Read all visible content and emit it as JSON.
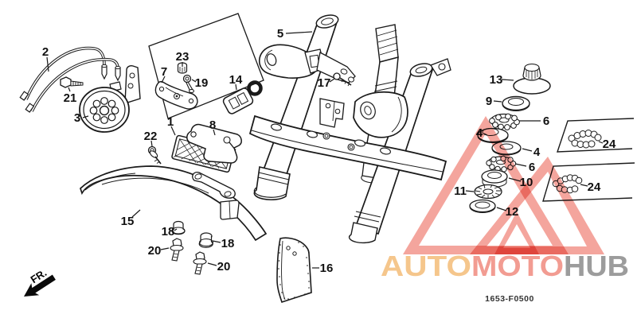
{
  "diagram": {
    "code": "1653-F0500",
    "fr_label": "FR.",
    "watermark": {
      "word_auto": "AUTO",
      "word_moto": "MOTO",
      "word_hub": "HUB",
      "color_auto": "#F5C68C",
      "color_moto": "#F29C92",
      "color_hub": "#9C9C9C",
      "color_triangle": "#F4A59D"
    },
    "parts": {
      "p1": "1",
      "p2": "2",
      "p3": "3",
      "p4": "4",
      "p5": "5",
      "p6": "6",
      "p7": "7",
      "p8": "8",
      "p9": "9",
      "p10": "10",
      "p11": "11",
      "p12": "12",
      "p13": "13",
      "p14": "14",
      "p15": "15",
      "p16": "16",
      "p17": "17",
      "p18": "18",
      "p19": "19",
      "p20": "20",
      "p21": "21",
      "p22": "22",
      "p23": "23",
      "p24": "24"
    }
  }
}
